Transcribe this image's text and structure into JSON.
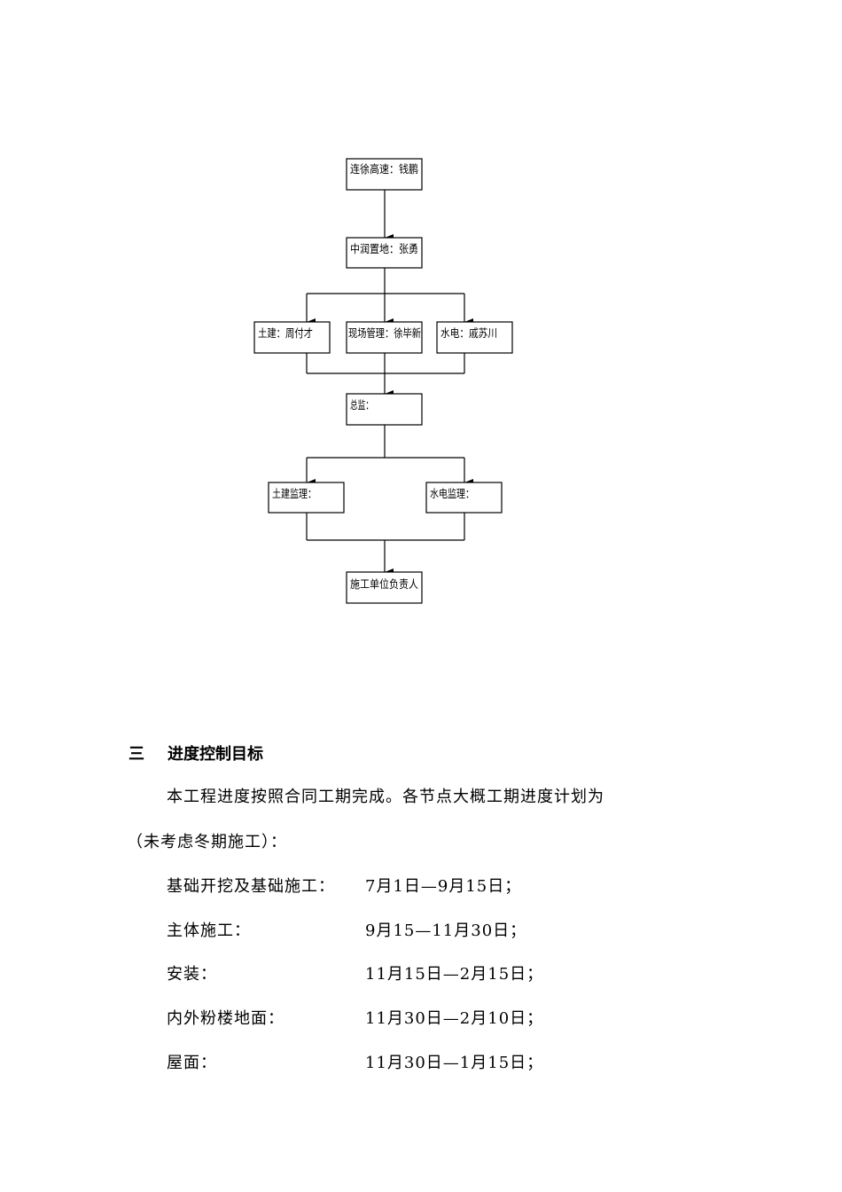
{
  "org_chart": {
    "nodes": {
      "top": "连徐高速：钱鹏",
      "owner": "中润置地：张勇",
      "civil": "土建：周付才",
      "site": "现场管理：徐毕新",
      "mep": "水电：戚苏川",
      "chief_supervisor": "总监：",
      "civil_supervisor": "土建监理：",
      "mep_supervisor": "水电监理：",
      "contractor": "施工单位负责人"
    }
  },
  "section": {
    "number": "三",
    "title": "进度控制目标",
    "intro_line1": "本工程进度按照合同工期完成。各节点大概工期进度计划为",
    "intro_line2": "（未考虑冬期施工）：",
    "schedule": [
      {
        "item": "基础开挖及基础施工：",
        "period": "7月1日—9月15日；"
      },
      {
        "item": "主体施工：",
        "period": "9月15—11月30日；"
      },
      {
        "item": "安装：",
        "period": "11月15日—2月15日；"
      },
      {
        "item": "内外粉楼地面：",
        "period": "11月30日—2月10日；"
      },
      {
        "item": "屋面：",
        "period": "11月30日—1月15日；"
      }
    ]
  }
}
